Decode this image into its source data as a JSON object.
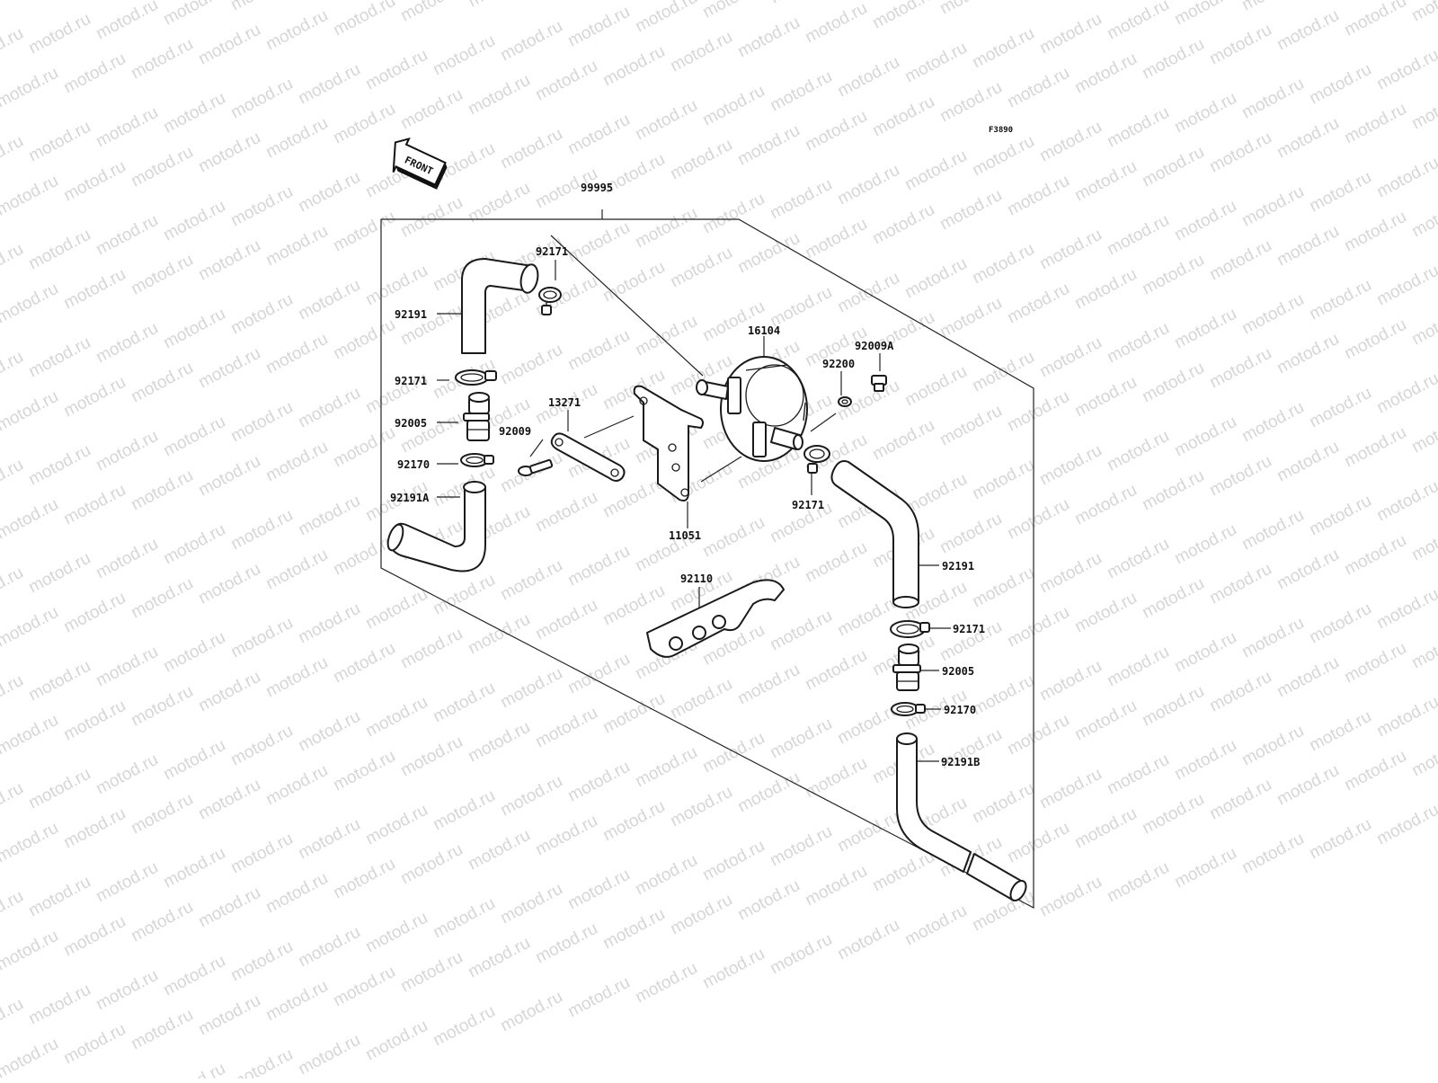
{
  "figure_code": "F3890",
  "front_label": "FRONT",
  "watermark_text": "motod.ru",
  "callouts": {
    "assembly": "99995",
    "hose_top_left": "92191",
    "clamp_top": "92171",
    "clamp_left_1": "92171",
    "fitting_left": "92005",
    "clamp_left_2": "92170",
    "hose_left_lower": "92191A",
    "separator": "16104",
    "washer": "92200",
    "bolt_small": "92009A",
    "plate": "13271",
    "bolt": "92009",
    "bracket": "11051",
    "clamp_separator": "92171",
    "hose_right": "92191",
    "band": "92110",
    "clamp_right_1": "92171",
    "fitting_right": "92005",
    "clamp_right_2": "92170",
    "hose_right_lower": "92191B"
  }
}
